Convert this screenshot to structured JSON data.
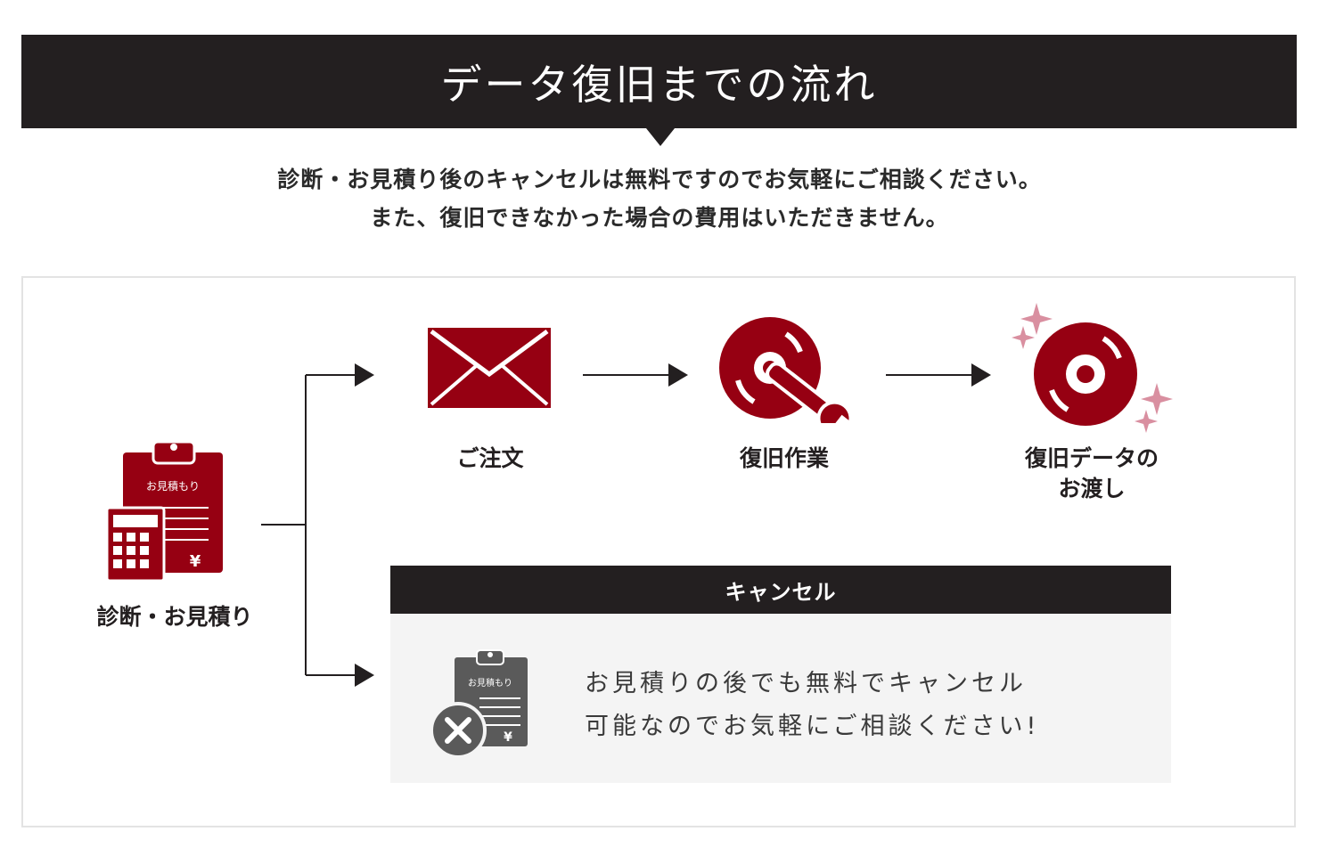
{
  "header": {
    "title": "データ復旧までの流れ"
  },
  "intro": {
    "line1": "診断・お見積り後のキャンセルは無料ですのでお気軽にご相談ください。",
    "line2": "また、復旧できなかった場合の費用はいただきません。"
  },
  "steps": {
    "estimate": {
      "label": "診断・お見積り",
      "icon_text": "お見積もり",
      "yen": "¥"
    },
    "order": {
      "label": "ご注文"
    },
    "recovery": {
      "label": "復旧作業"
    },
    "delivery": {
      "label_line1": "復旧データの",
      "label_line2": "お渡し"
    }
  },
  "cancel": {
    "header": "キャンセル",
    "icon_text": "お見積もり",
    "yen": "¥",
    "line1": "お見積りの後でも無料でキャンセル",
    "line2": "可能なのでお気軽にご相談ください!"
  },
  "colors": {
    "accent": "#960012",
    "dark": "#231f20",
    "gray_icon": "#5a5a5a",
    "panel_bg": "#f4f4f4",
    "sparkle": "#d98fa0"
  }
}
